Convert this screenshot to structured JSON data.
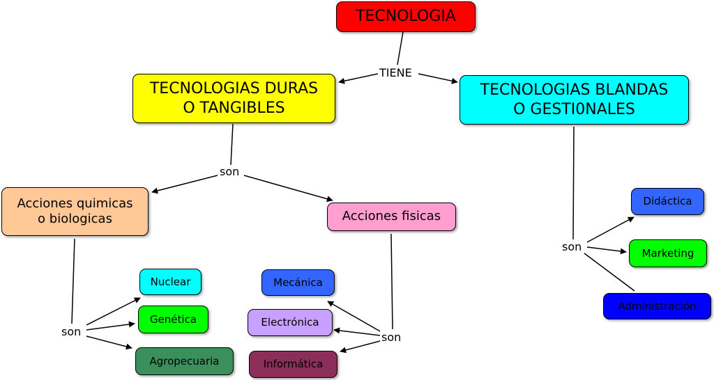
{
  "colors": {
    "tecnologia": "#ff0000",
    "duras": "#ffff00",
    "blandas": "#00ffff",
    "quimicas": "#ffc896",
    "fisicas": "#ff9ecf",
    "nuclear": "#00ffff",
    "genetica": "#00ff00",
    "agropecuaria": "#3a8f5a",
    "mecanica": "#3366ff",
    "electronica": "#c8a0ff",
    "informatica": "#8b2f5a",
    "didactica": "#3366ff",
    "marketing": "#00ff00",
    "administracion": "#0000ff"
  },
  "concepts": {
    "tecnologia": "TECNOLOGIA",
    "duras": "TECNOLOGIAS DURAS\nO TANGIBLES",
    "blandas": "TECNOLOGIAS BLANDAS\nO GESTI0NALES",
    "quimicas": "Acciones quimicas\no biologicas",
    "fisicas": "Acciones fisicas",
    "nuclear": "Nuclear",
    "genetica": "Genética",
    "agropecuaria": "Agropecuaria",
    "mecanica": "Mecánica",
    "electronica": "Electrónica",
    "informatica": "Informática",
    "didactica": "Didáctica",
    "marketing": "Marketing",
    "administracion": "Administración"
  },
  "linking_phrases": {
    "tiene": "TIENE",
    "son_duras": "son",
    "son_quimicas": "son",
    "son_fisicas": "son",
    "son_blandas": "son"
  }
}
